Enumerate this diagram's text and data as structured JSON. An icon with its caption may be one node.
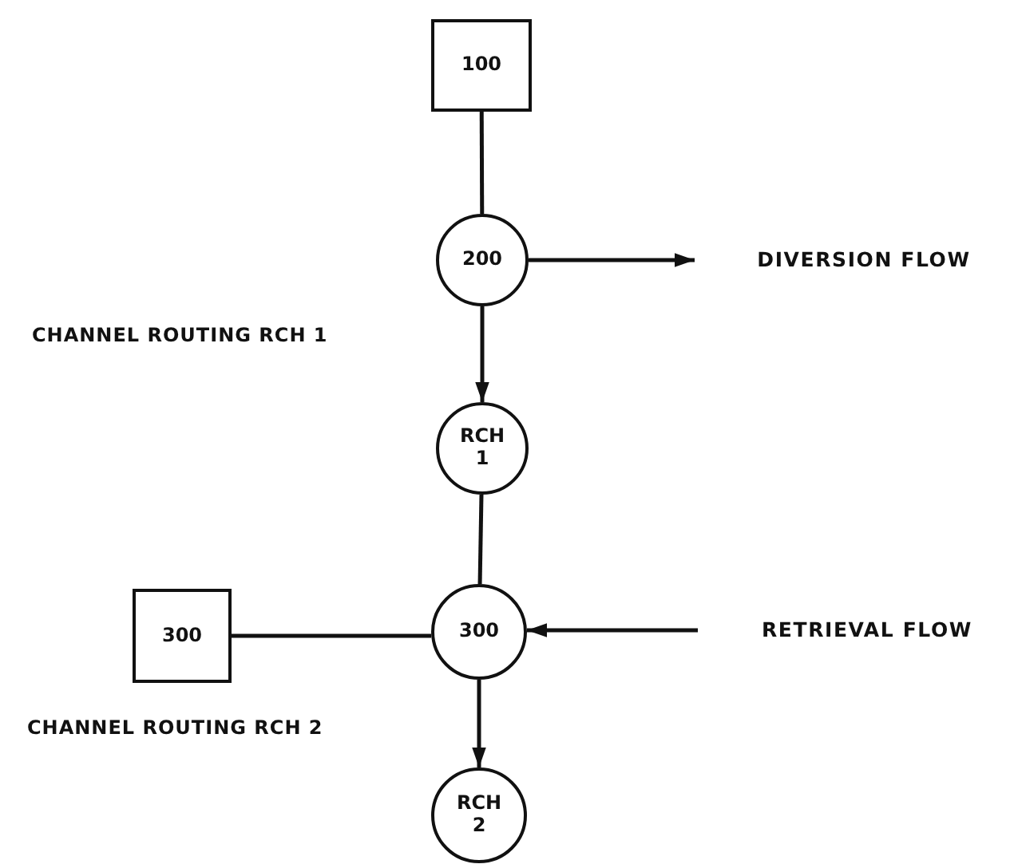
{
  "diagram": {
    "nodes": [
      {
        "text": [
          "100"
        ]
      },
      {
        "text": [
          "200"
        ]
      },
      {
        "text": [
          "DIVERSION FLOW"
        ]
      },
      {
        "text": [
          "RCH 1"
        ]
      },
      {
        "text": [
          "300"
        ]
      },
      {
        "text": [
          "300"
        ]
      },
      {
        "text": [
          "RETRIEVAL FLOW"
        ]
      },
      {
        "text": [
          "RCH 2"
        ]
      }
    ],
    "edges": [
      {
        "from": 0,
        "to": 1,
        "arrow": "none"
      },
      {
        "from": 1,
        "to": 2,
        "arrow": "to"
      },
      {
        "from": 1,
        "to": 3,
        "arrow": "to"
      },
      {
        "from": 3,
        "to": 5,
        "arrow": "none"
      },
      {
        "from": 4,
        "to": 5,
        "arrow": "none"
      },
      {
        "from": 6,
        "to": 5,
        "arrow": "to"
      },
      {
        "from": 5,
        "to": 7,
        "arrow": "to"
      }
    ],
    "labels": [
      "CHANNEL ROUTING RCH 1",
      "CHANNEL ROUTING RCH 2"
    ]
  }
}
